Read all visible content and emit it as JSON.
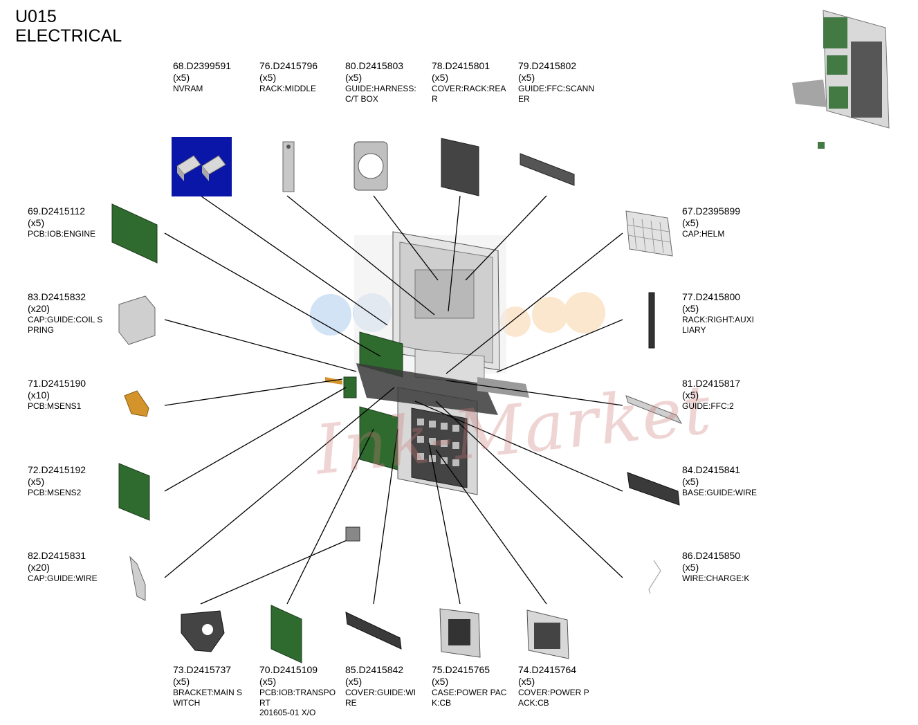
{
  "header": {
    "line1": "U015",
    "line2": "ELECTRICAL"
  },
  "watermark": "Ink-Market",
  "parts": [
    {
      "id": "p68",
      "pn": "68.D2399591",
      "qty": "(x5)",
      "desc": "NVRAM"
    },
    {
      "id": "p76",
      "pn": "76.D2415796",
      "qty": "(x5)",
      "desc": "RACK:MIDDLE"
    },
    {
      "id": "p80",
      "pn": "80.D2415803",
      "qty": "(x5)",
      "desc": "GUIDE:HARNESS:\nC/T BOX"
    },
    {
      "id": "p78",
      "pn": "78.D2415801",
      "qty": "(x5)",
      "desc": "COVER:RACK:REA\nR"
    },
    {
      "id": "p79",
      "pn": "79.D2415802",
      "qty": "(x5)",
      "desc": "GUIDE:FFC:SCANN\nER"
    },
    {
      "id": "p69",
      "pn": "69.D2415112",
      "qty": "(x5)",
      "desc": "PCB:IOB:ENGINE"
    },
    {
      "id": "p83",
      "pn": "83.D2415832",
      "qty": "(x20)",
      "desc": "CAP:GUIDE:COIL S\nPRING"
    },
    {
      "id": "p71",
      "pn": "71.D2415190",
      "qty": "(x10)",
      "desc": "PCB:MSENS1"
    },
    {
      "id": "p72",
      "pn": "72.D2415192",
      "qty": "(x5)",
      "desc": "PCB:MSENS2"
    },
    {
      "id": "p82",
      "pn": "82.D2415831",
      "qty": "(x20)",
      "desc": "CAP:GUIDE:WIRE"
    },
    {
      "id": "p67",
      "pn": "67.D2395899",
      "qty": "(x5)",
      "desc": "CAP:HELM"
    },
    {
      "id": "p77",
      "pn": "77.D2415800",
      "qty": "(x5)",
      "desc": "RACK:RIGHT:AUXI\nLIARY"
    },
    {
      "id": "p81",
      "pn": "81.D2415817",
      "qty": "(x5)",
      "desc": "GUIDE:FFC:2"
    },
    {
      "id": "p84",
      "pn": "84.D2415841",
      "qty": "(x5)",
      "desc": "BASE:GUIDE:WIRE"
    },
    {
      "id": "p86",
      "pn": "86.D2415850",
      "qty": "(x5)",
      "desc": "WIRE:CHARGE:K"
    },
    {
      "id": "p73",
      "pn": "73.D2415737",
      "qty": "(x5)",
      "desc": "BRACKET:MAIN S\nWITCH"
    },
    {
      "id": "p70",
      "pn": "70.D2415109",
      "qty": "(x5)",
      "desc": "PCB:IOB:TRANSPO\nRT\n201605-01 X/O"
    },
    {
      "id": "p85",
      "pn": "85.D2415842",
      "qty": "(x5)",
      "desc": "COVER:GUIDE:WI\nRE"
    },
    {
      "id": "p75",
      "pn": "75.D2415765",
      "qty": "(x5)",
      "desc": "CASE:POWER PAC\nK:CB"
    },
    {
      "id": "p74",
      "pn": "74.D2415764",
      "qty": "(x5)",
      "desc": "COVER:POWER P\nACK:CB"
    }
  ]
}
